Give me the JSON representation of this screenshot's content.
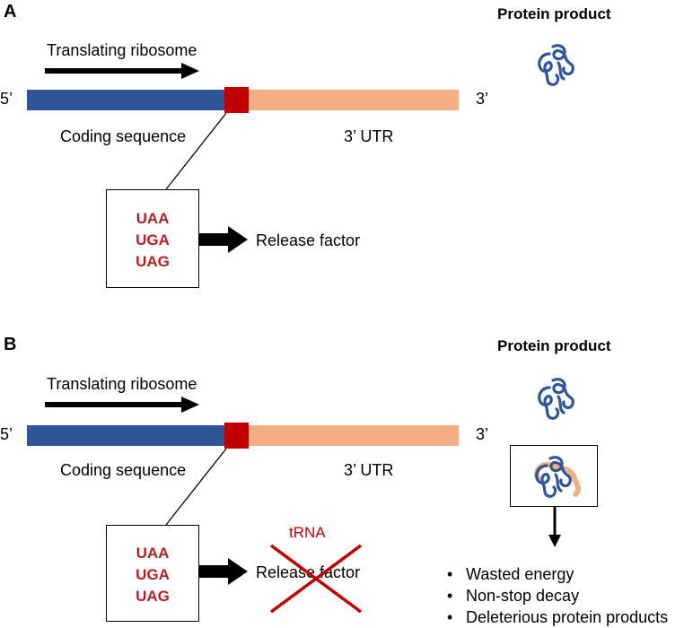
{
  "panel_a": {
    "letter": "A",
    "ribosome_label": "Translating ribosome",
    "five_prime": "5’",
    "three_prime": "3’",
    "coding_label": "Coding sequence",
    "utr_label": "3’ UTR",
    "codons": [
      "UAA",
      "UGA",
      "UAG"
    ],
    "release_label": "Release factor",
    "product_title": "Protein product"
  },
  "panel_b": {
    "letter": "B",
    "ribosome_label": "Translating ribosome",
    "five_prime": "5’",
    "three_prime": "3’",
    "coding_label": "Coding sequence",
    "utr_label": "3’ UTR",
    "codons": [
      "UAA",
      "UGA",
      "UAG"
    ],
    "release_label": "Release factor",
    "trna_label": "tRNA",
    "product_title": "Protein product",
    "consequences": [
      "Wasted energy",
      "Non-stop decay",
      "Deleterious protein products"
    ]
  },
  "colors": {
    "coding": "#2e5597",
    "utr": "#f3ae83",
    "stop_codon": "#c00000",
    "codon_text": "#b52025",
    "cross": "#c00000",
    "protein": "#2e5597",
    "tail": "#f3ae83"
  },
  "icons": [
    "arrow-right-icon",
    "arrow-down-icon",
    "protein-icon",
    "cross-icon"
  ]
}
